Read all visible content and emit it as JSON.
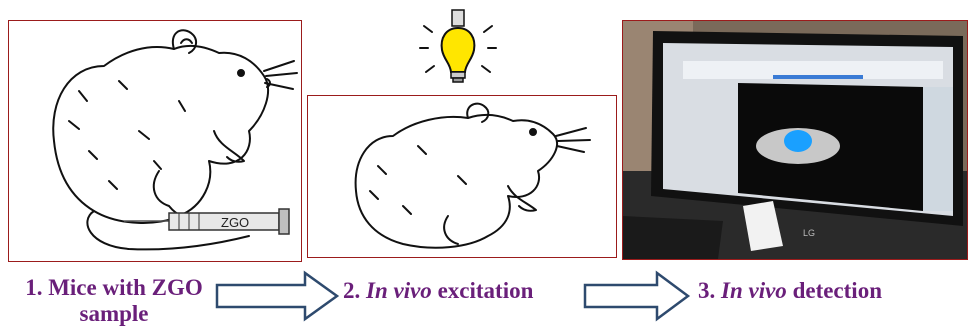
{
  "steps": [
    {
      "number": "1.",
      "text_line1": "Mice with ZGO",
      "text_line2": "sample"
    },
    {
      "number": "2.",
      "italic": "In vivo",
      "text": "excitation"
    },
    {
      "number": "3.",
      "italic": "In vivo",
      "text": "detection"
    }
  ],
  "syringe_label": "ZGO",
  "monitor_brand": "LG",
  "colors": {
    "caption": "#6a1f7a",
    "panel_border": "#9b1b1b",
    "arrow_stroke": "#2e4a6e",
    "bulb": "#ffe600"
  },
  "icons": [
    "mouse-drawing",
    "syringe-icon",
    "light-bulb-icon",
    "arrow-right-icon",
    "computer-monitor-photo"
  ]
}
